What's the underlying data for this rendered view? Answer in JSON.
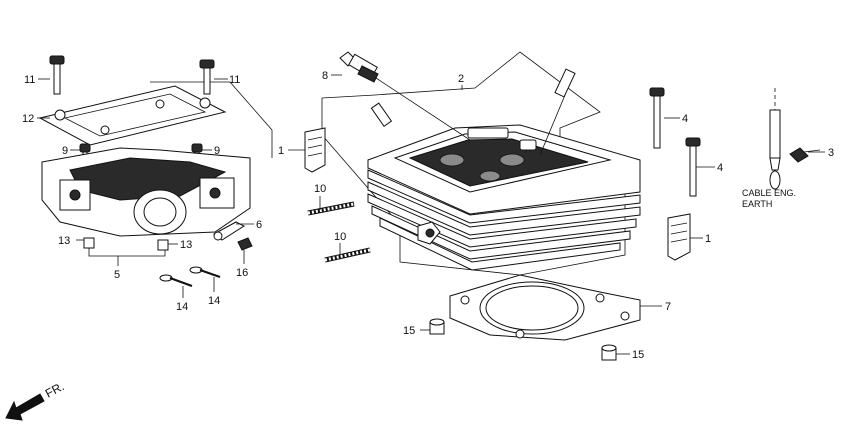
{
  "callouts": [
    {
      "id": "c-11a",
      "text": "11"
    },
    {
      "id": "c-11b",
      "text": "11"
    },
    {
      "id": "c-12",
      "text": "12"
    },
    {
      "id": "c-9a",
      "text": "9"
    },
    {
      "id": "c-9b",
      "text": "9"
    },
    {
      "id": "c-1a",
      "text": "1"
    },
    {
      "id": "c-8",
      "text": "8"
    },
    {
      "id": "c-2",
      "text": "2"
    },
    {
      "id": "c-4a",
      "text": "4"
    },
    {
      "id": "c-4b",
      "text": "4"
    },
    {
      "id": "c-3",
      "text": "3"
    },
    {
      "id": "c-10a",
      "text": "10"
    },
    {
      "id": "c-10b",
      "text": "10"
    },
    {
      "id": "c-6",
      "text": "6"
    },
    {
      "id": "c-13a",
      "text": "13"
    },
    {
      "id": "c-13b",
      "text": "13"
    },
    {
      "id": "c-16",
      "text": "16"
    },
    {
      "id": "c-5",
      "text": "5"
    },
    {
      "id": "c-14a",
      "text": "14"
    },
    {
      "id": "c-14b",
      "text": "14"
    },
    {
      "id": "c-1b",
      "text": "1"
    },
    {
      "id": "c-7",
      "text": "7"
    },
    {
      "id": "c-15a",
      "text": "15"
    },
    {
      "id": "c-15b",
      "text": "15"
    }
  ],
  "cable_caption": {
    "line1": "CABLE ENG.",
    "line2": "EARTH"
  },
  "direction_label": "FR."
}
